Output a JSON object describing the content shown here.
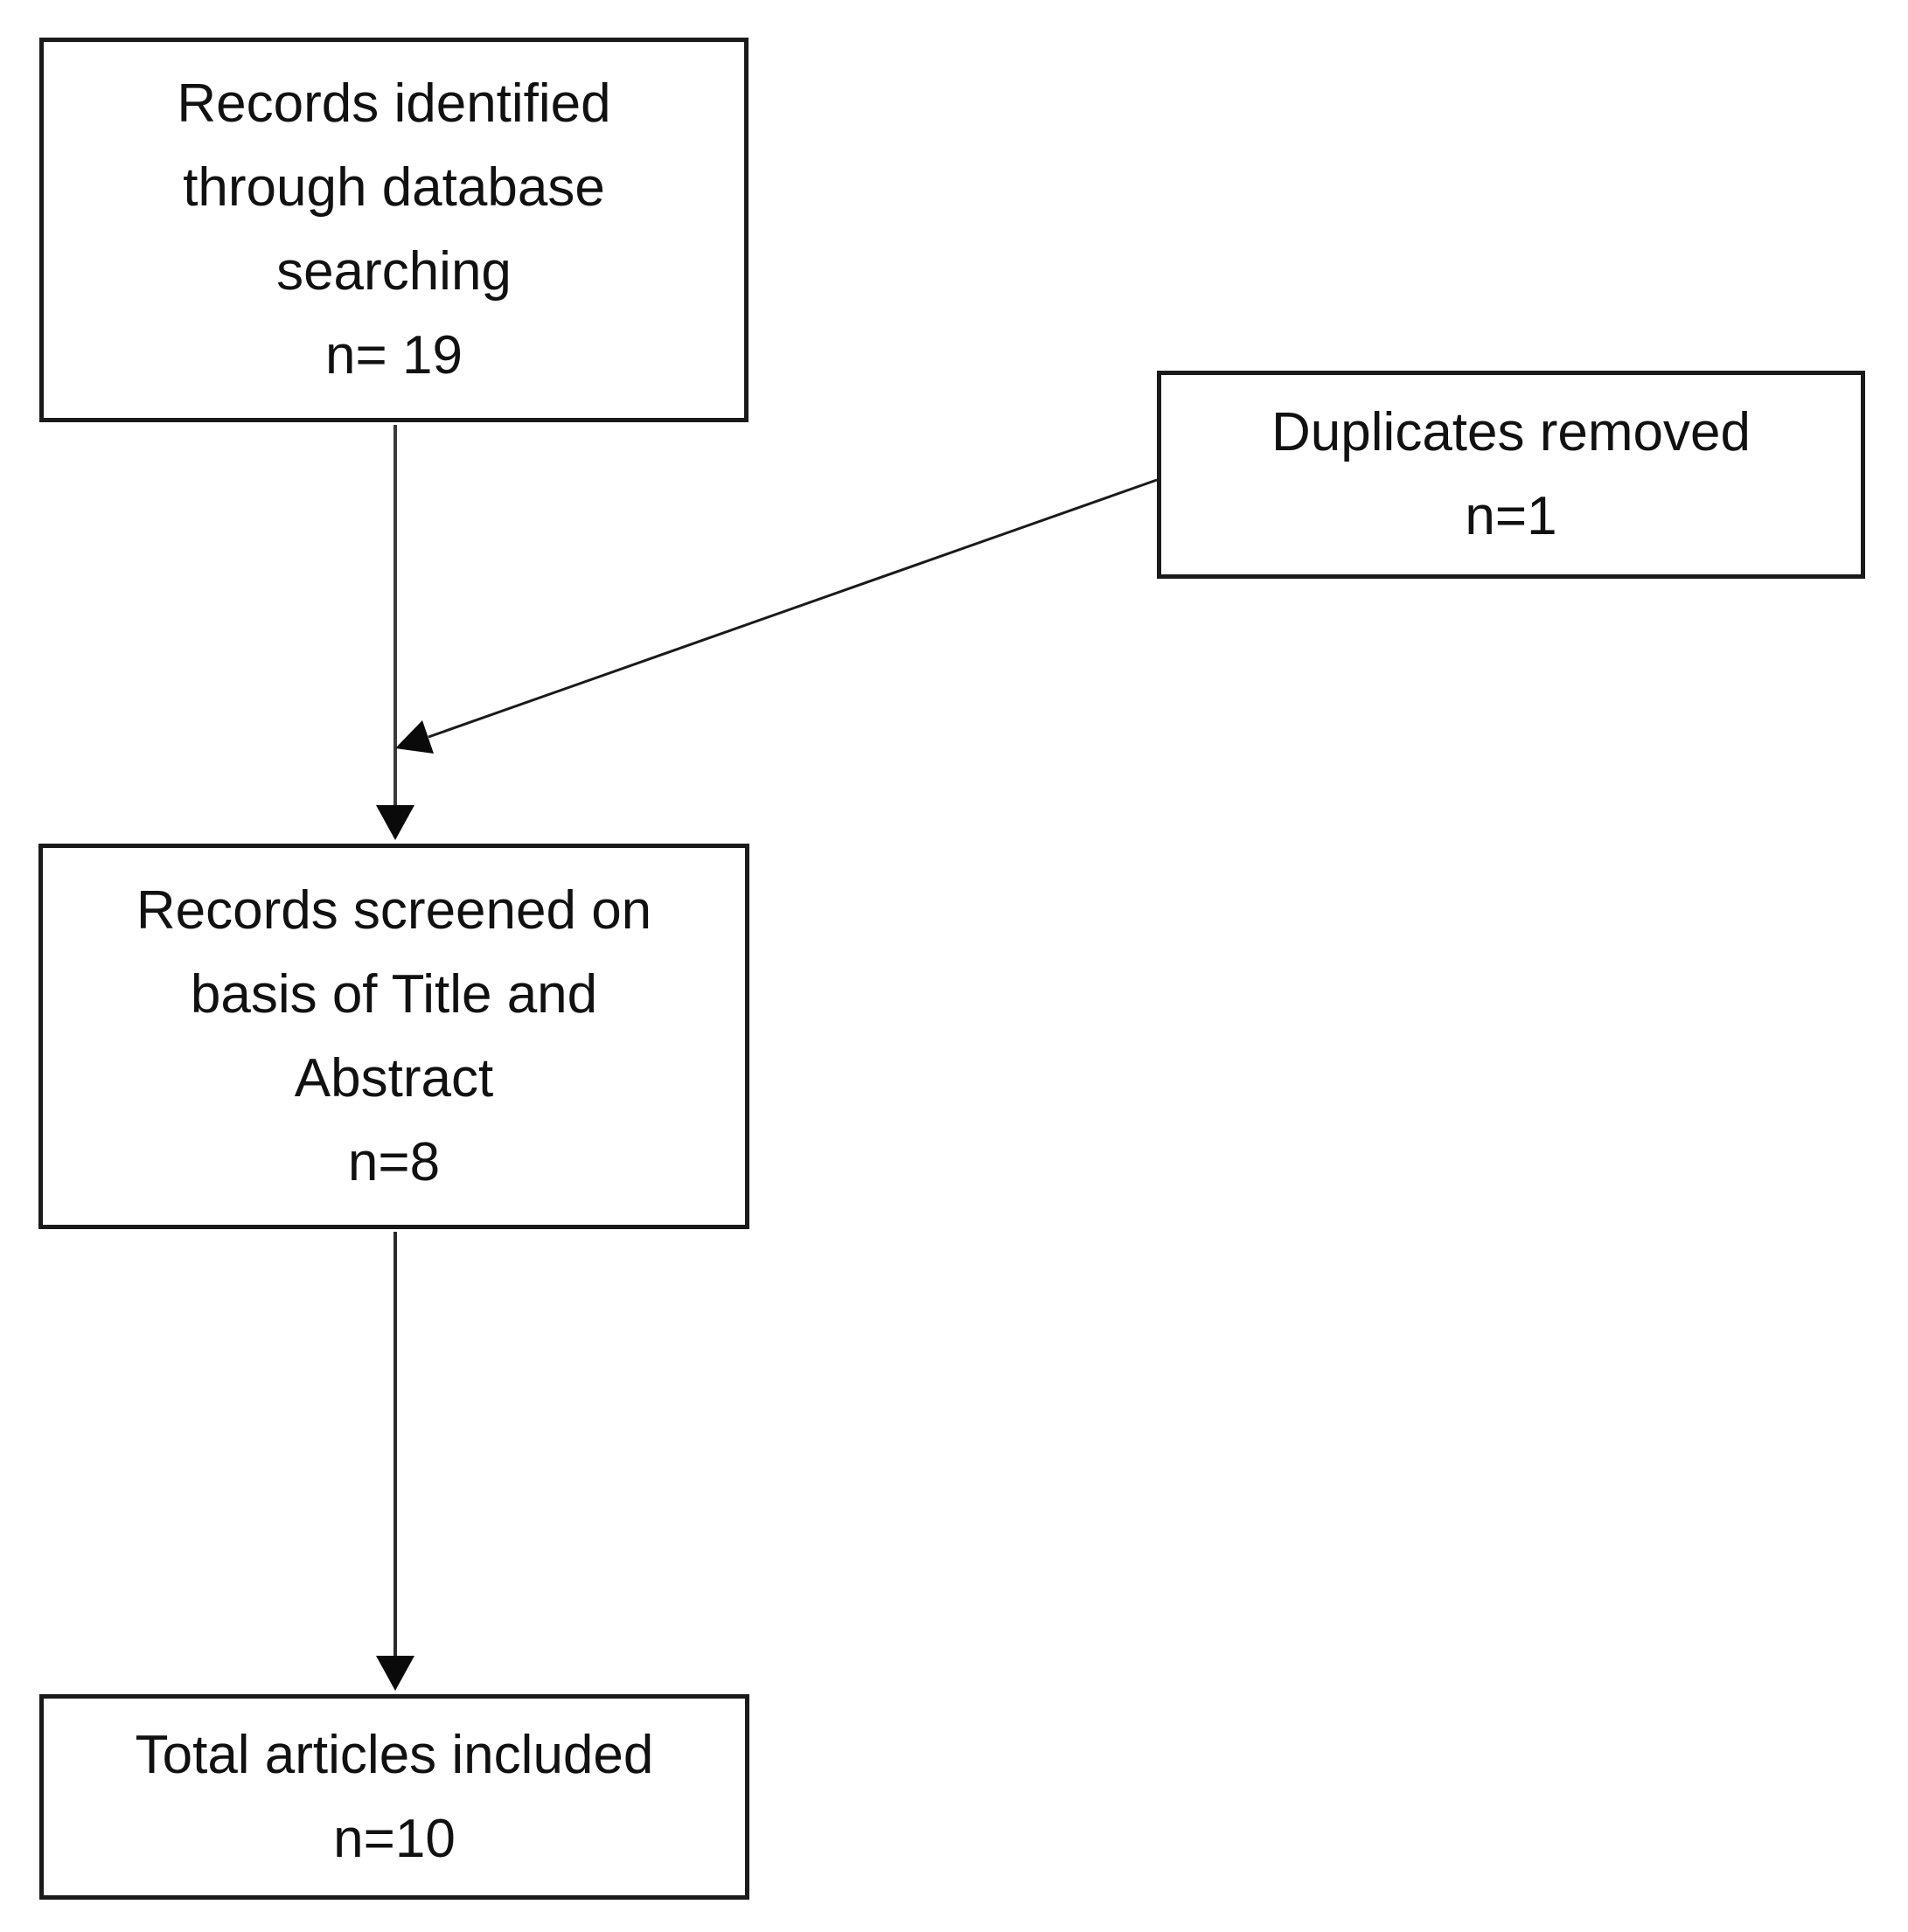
{
  "diagram": {
    "boxes": {
      "identified": {
        "lines": [
          "Records identified",
          "through database",
          "searching",
          "n= 19"
        ]
      },
      "duplicates": {
        "lines": [
          "Duplicates removed",
          "n=1"
        ]
      },
      "screened": {
        "lines": [
          "Records screened on",
          "basis of Title and",
          "Abstract",
          "n=8"
        ]
      },
      "included": {
        "lines": [
          "Total articles included",
          "n=10"
        ]
      }
    },
    "colors": {
      "box_border": "#1a1a1a",
      "connector": "#3a3a3a",
      "arrowhead": "#0a0a0a",
      "background": "#ffffff",
      "text": "#111111"
    }
  }
}
